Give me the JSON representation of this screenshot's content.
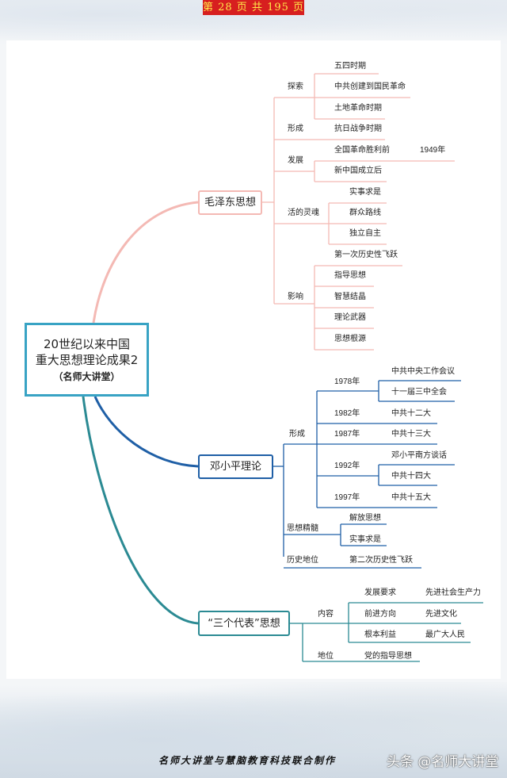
{
  "page_badge": "第 28 页 共 195 页",
  "root": {
    "line1": "20世纪以来中国",
    "line2": "重大思想理论成果2",
    "line3": "（名师大讲堂）"
  },
  "mao": {
    "title": "毛泽东思想",
    "branches": {
      "tansuo": "探索",
      "xingcheng": "形成",
      "fazhan": "发展",
      "linghun": "活的灵魂",
      "yingxiang": "影响"
    },
    "tansuo_items": [
      "五四时期",
      "中共创建到国民革命",
      "土地革命时期"
    ],
    "xingcheng_item": "抗日战争时期",
    "fazhan_items": [
      "全国革命胜利前",
      "新中国成立后"
    ],
    "fazhan_year": "1949年",
    "linghun_items": [
      "实事求是",
      "群众路线",
      "独立自主"
    ],
    "yingxiang_items": [
      "第一次历史性飞跃",
      "指导思想",
      "智慧结晶",
      "理论武器",
      "思想根源"
    ]
  },
  "deng": {
    "title": "邓小平理论",
    "branches": {
      "xingcheng": "形成",
      "jingsui": "思想精髓",
      "diwei": "历史地位"
    },
    "years": [
      "1978年",
      "1982年",
      "1987年",
      "1992年",
      "1997年"
    ],
    "year_items": {
      "y1978": [
        "中共中央工作会议",
        "十一届三中全会"
      ],
      "y1982": "中共十二大",
      "y1987": "中共十三大",
      "y1992": [
        "邓小平南方谈话",
        "中共十四大"
      ],
      "y1997": "中共十五大"
    },
    "jingsui_items": [
      "解放思想",
      "实事求是"
    ],
    "diwei_item": "第二次历史性飞跃"
  },
  "three": {
    "title": "“三个代表”思想",
    "branches": {
      "neirong": "内容",
      "diwei": "地位"
    },
    "neirong_items": [
      {
        "key": "发展要求",
        "value": "先进社会生产力"
      },
      {
        "key": "前进方向",
        "value": "先进文化"
      },
      {
        "key": "根本利益",
        "value": "最广大人民"
      }
    ],
    "diwei_item": "党的指导思想"
  },
  "footer": "名师大讲堂与慧脑教育科技联合制作",
  "watermark": "头条 @名师大讲堂",
  "colors": {
    "mao_branch": "#f4b9b4",
    "deng_branch": "#1f5fa6",
    "three_branch": "#2b8a93",
    "root_border": "#38a3c4",
    "badge_bg": "#d71f1f",
    "badge_text": "#ffe94a"
  }
}
